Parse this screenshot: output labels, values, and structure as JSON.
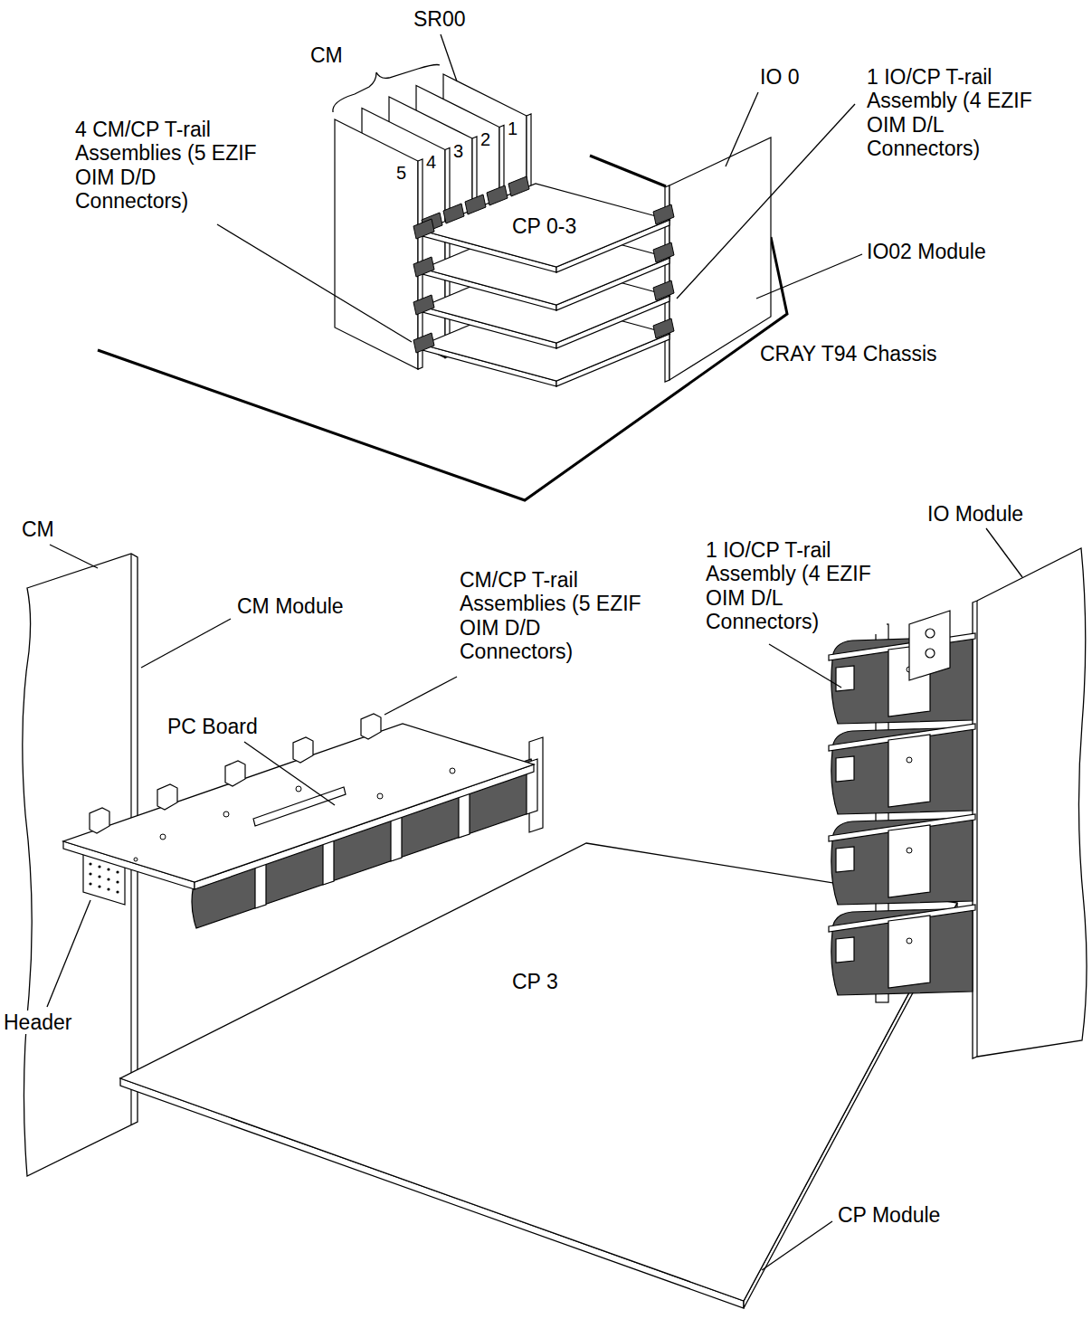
{
  "diagram": {
    "labels": [
      "SR00",
      "CM",
      "IO 0",
      "1 IO/CP T-rail Assembly (4 EZIF OIM D/L Connectors)",
      "4 CM/CP T-rail Assemblies (5 EZIF OIM D/D Connectors)",
      "5",
      "4",
      "3",
      "2",
      "1",
      "CP 0-3",
      "IO02 Module",
      "CRAY T94 Chassis",
      "CM",
      "CM Module",
      "IO Module",
      "1 IO/CP T-rail Assembly (4 EZIF OIM D/L Connectors)",
      "CM/CP T-rail Assemblies (5 EZIF OIM D/D Connectors)",
      "PC Board",
      "CP 3",
      "Header",
      "CP Module"
    ]
  }
}
